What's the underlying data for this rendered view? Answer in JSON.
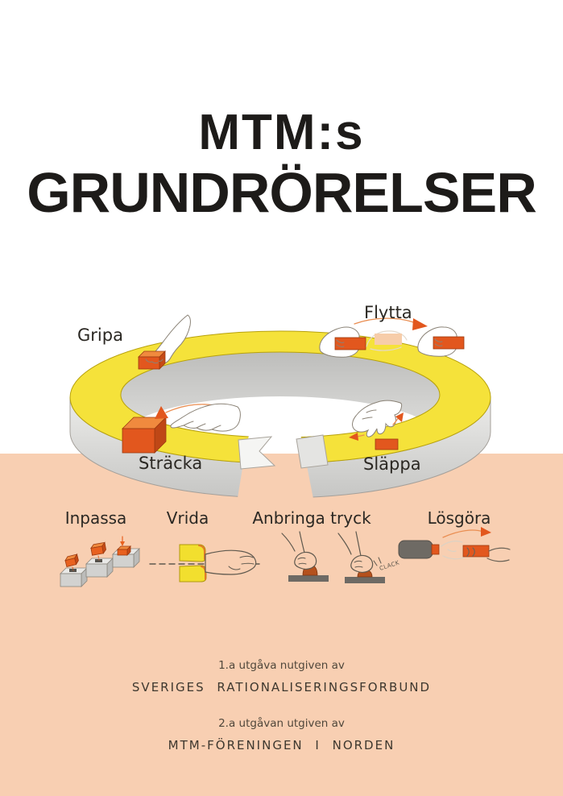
{
  "poster": {
    "title_line1": "MTM:s",
    "title_line2": "GRUNDRÖRELSER"
  },
  "ring_motions": [
    {
      "label": "Gripa"
    },
    {
      "label": "Flytta"
    },
    {
      "label": "Sträcka"
    },
    {
      "label": "Släppa"
    }
  ],
  "supplementary_motions": [
    {
      "label": "Inpassa"
    },
    {
      "label": "Vrida"
    },
    {
      "label": "Anbringa tryck"
    },
    {
      "label": "Lösgöra"
    }
  ],
  "icons": {
    "clack_text": "CLACK"
  },
  "footer": {
    "edition1_note": "1.a utgåva nutgiven av",
    "edition1_publisher": "SVERIGES RATIONALISERINGSFORBUND",
    "edition2_note": "2.a utgåvan utgiven av",
    "edition2_publisher": "MTM-FÖRENINGEN I NORDEN"
  },
  "colors": {
    "background_top": "#ffffff",
    "background_band": "#f8cfb2",
    "ring_yellow": "#f5e23a",
    "ring_side_gray": "#d6d6d4",
    "hole_gray": "#c6c6c4",
    "accent_orange": "#e2571e",
    "dark_gray": "#6e6a64",
    "text_dark": "#1d1b19"
  }
}
